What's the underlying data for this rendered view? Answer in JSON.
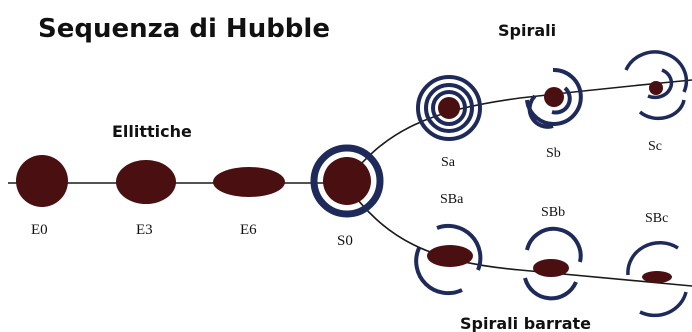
{
  "diagram": {
    "title": "Sequenza di Hubble",
    "group_labels": {
      "ellittiche": "Ellittiche",
      "spirali": "Spirali",
      "spirali_barrate": "Spirali barrate"
    },
    "elliptical": [
      {
        "label": "E0"
      },
      {
        "label": "E3"
      },
      {
        "label": "E6"
      }
    ],
    "lenticular": {
      "label": "S0"
    },
    "spirals": [
      {
        "label": "Sa"
      },
      {
        "label": "Sb"
      },
      {
        "label": "Sc"
      }
    ],
    "barred_spirals": [
      {
        "label": "SBa"
      },
      {
        "label": "SBb"
      },
      {
        "label": "SBc"
      }
    ],
    "colors": {
      "galaxy_core": "#4a0f10",
      "arm": "#1e2a5a",
      "line": "#1a1a1a",
      "text": "#111111"
    }
  }
}
